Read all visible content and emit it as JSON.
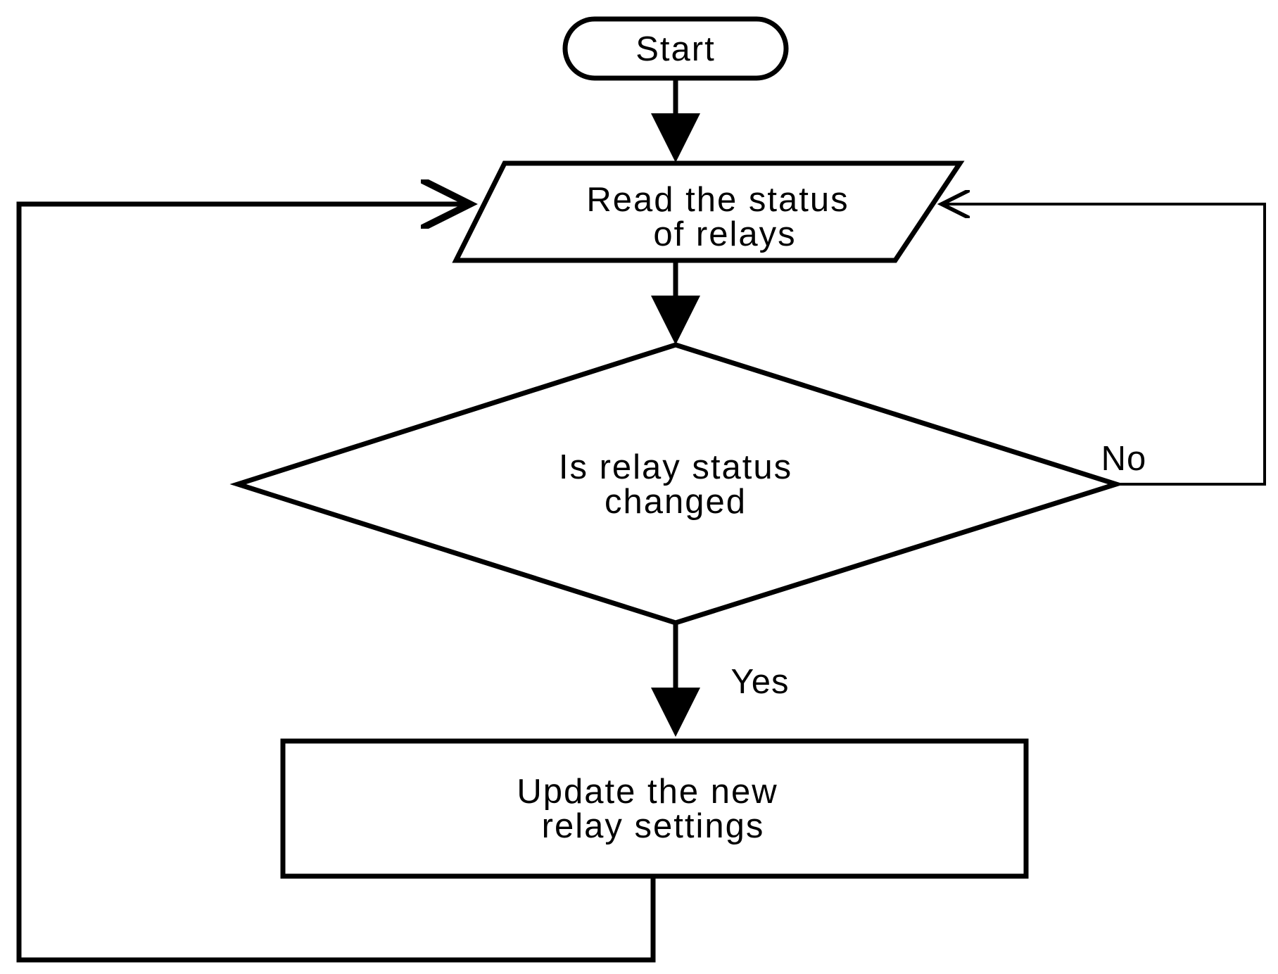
{
  "diagram": {
    "nodes": {
      "start": {
        "shape": "terminator",
        "lines": [
          "Start"
        ]
      },
      "read": {
        "shape": "parallelogram",
        "lines": [
          "Read the status",
          "of relays"
        ]
      },
      "decision": {
        "shape": "diamond",
        "lines": [
          "Is relay status",
          "changed"
        ]
      },
      "update": {
        "shape": "rectangle",
        "lines": [
          "Update the new",
          "relay settings"
        ]
      }
    },
    "edges": [
      {
        "from": "start",
        "to": "read",
        "label": ""
      },
      {
        "from": "read",
        "to": "decision",
        "label": ""
      },
      {
        "from": "decision",
        "to": "read",
        "label": "No"
      },
      {
        "from": "decision",
        "to": "update",
        "label": "Yes"
      },
      {
        "from": "update",
        "to": "read",
        "label": ""
      }
    ],
    "branch_labels": {
      "no": "No",
      "yes": "Yes"
    },
    "colors": {
      "stroke": "#000000",
      "background": "#ffffff"
    }
  }
}
